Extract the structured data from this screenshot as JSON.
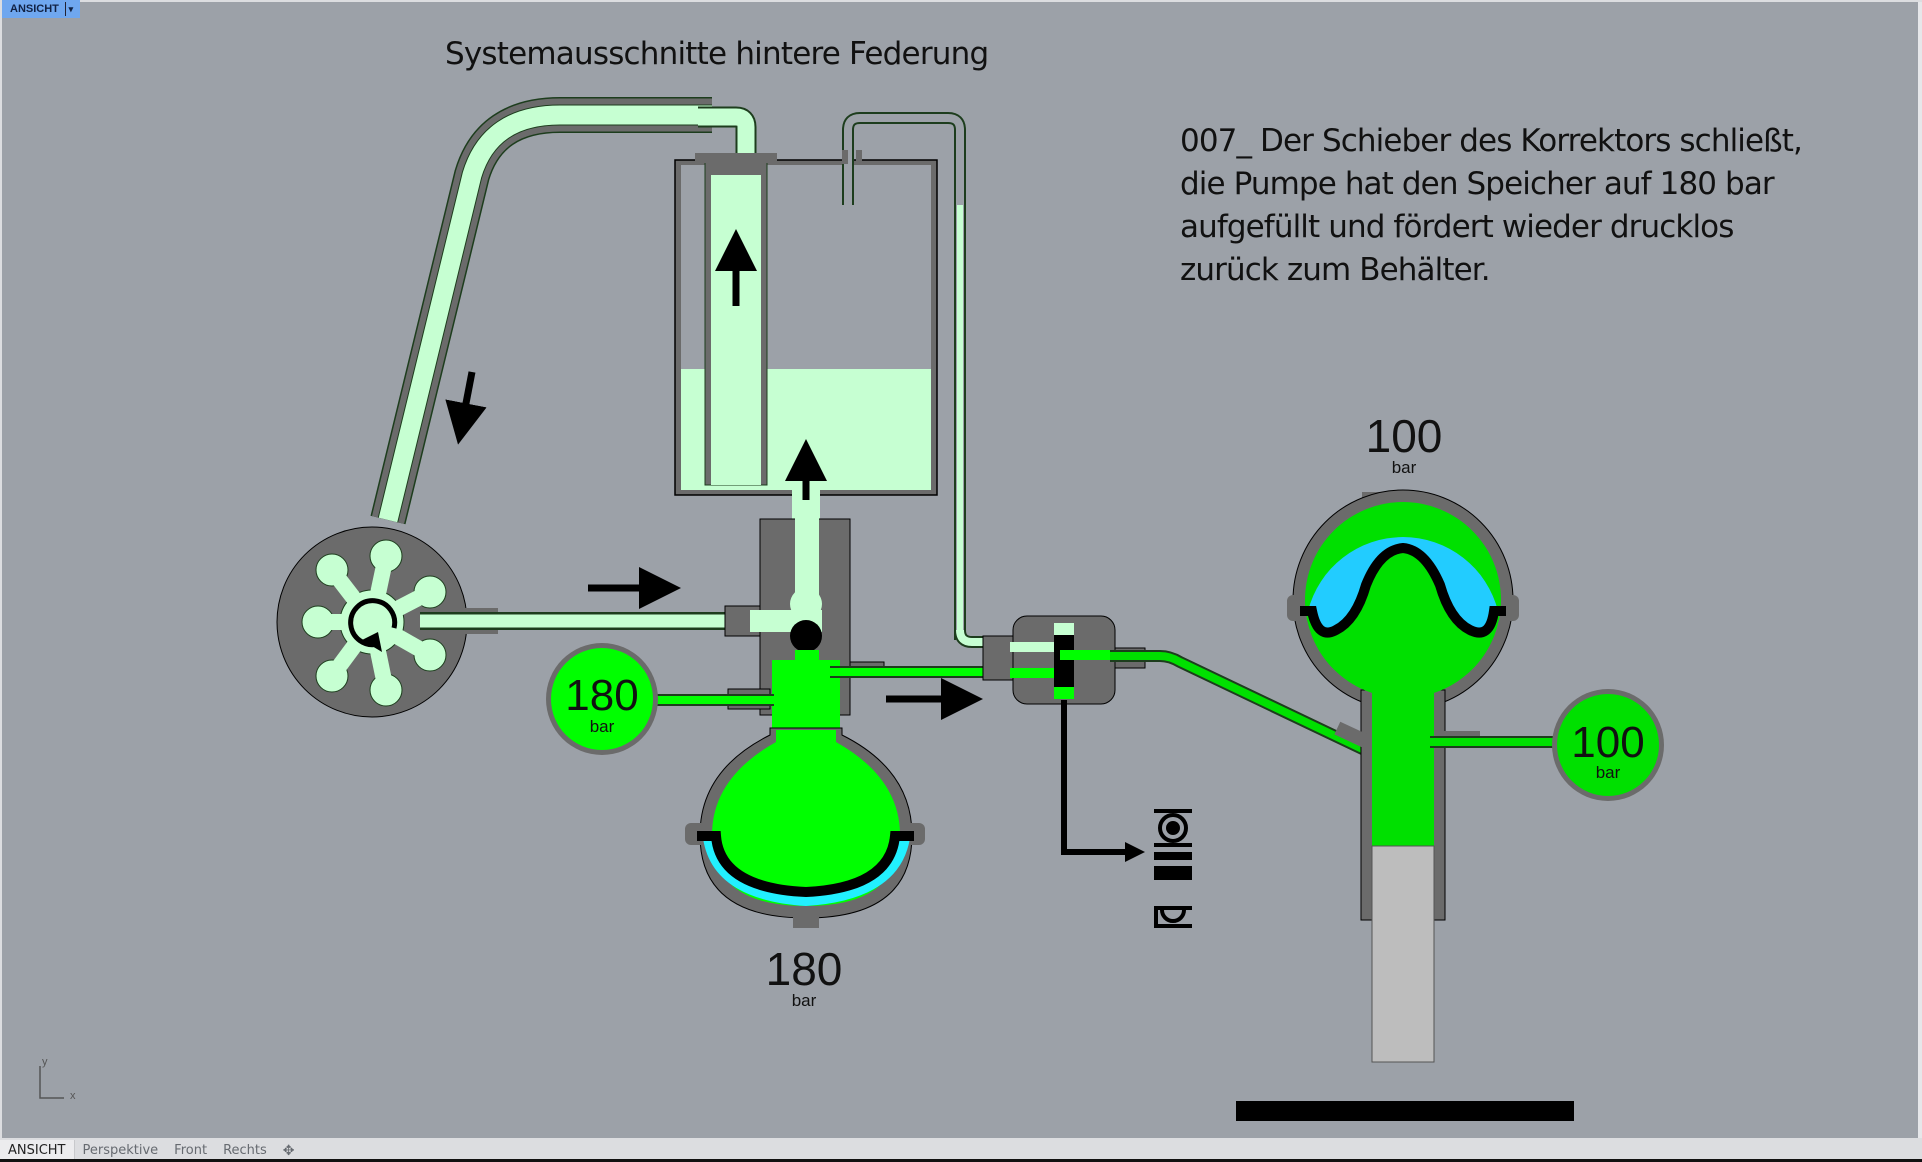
{
  "viewport": {
    "label": "ANSICHT",
    "dropdown_icon": "chevron-down-icon"
  },
  "diagram": {
    "title": "Systemausschnitte hintere Federung",
    "description_lines": [
      "007_ Der Schieber des Korrektors schließt,",
      "die Pumpe hat den Speicher auf 180 bar",
      "aufgefüllt und fördert wieder drucklos",
      "zurück zum Behälter."
    ],
    "gauges": {
      "main_accumulator_gauge": {
        "value": "180",
        "unit": "bar"
      },
      "main_accumulator_label": {
        "value": "180",
        "unit": "bar"
      },
      "suspension_sphere_label": {
        "value": "100",
        "unit": "bar"
      },
      "suspension_gauge": {
        "value": "100",
        "unit": "bar"
      }
    },
    "colors": {
      "background": "#9ca1a8",
      "housing": "#6b6b6b",
      "low_pressure_fluid": "#c6ffd2",
      "high_pressure_fluid": "#00ff00",
      "suspension_fluid": "#00e000",
      "main_gas": "#22f0ff",
      "sphere_gas": "#22ccff",
      "piston": "#bdbdbd"
    },
    "components": [
      "pump",
      "reservoir",
      "pressure-regulator",
      "main-accumulator",
      "height-corrector",
      "suspension-sphere",
      "suspension-cylinder",
      "ground-bar",
      "control-linkage"
    ]
  },
  "axis": {
    "x": "x",
    "y": "y"
  },
  "tabs": [
    {
      "label": "ANSICHT",
      "active": true
    },
    {
      "label": "Perspektive",
      "active": false
    },
    {
      "label": "Front",
      "active": false
    },
    {
      "label": "Rechts",
      "active": false
    }
  ],
  "add_tab_icon": "plus-icon"
}
